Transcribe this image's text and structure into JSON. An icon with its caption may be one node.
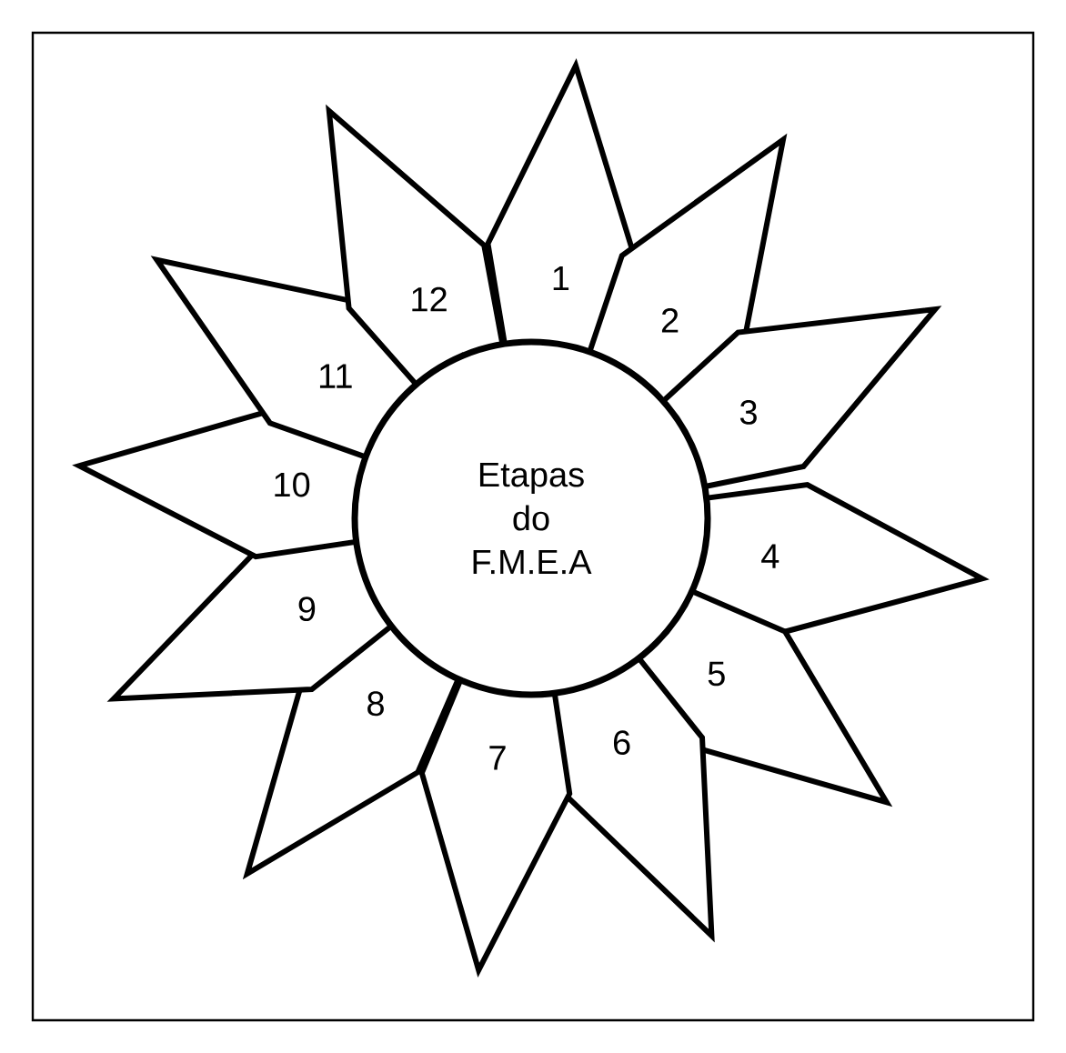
{
  "diagram": {
    "nodes": [
      {
        "text": [
          "Etapas do F.M.E.A"
        ]
      },
      {
        "text": [
          "1"
        ]
      },
      {
        "text": [
          "2"
        ]
      },
      {
        "text": [
          "3"
        ]
      },
      {
        "text": [
          "4"
        ]
      },
      {
        "text": [
          "5"
        ]
      },
      {
        "text": [
          "6"
        ]
      },
      {
        "text": [
          "7"
        ]
      },
      {
        "text": [
          "8"
        ]
      },
      {
        "text": [
          "9"
        ]
      },
      {
        "text": [
          "10"
        ]
      },
      {
        "text": [
          "11"
        ]
      },
      {
        "text": [
          "12"
        ]
      }
    ]
  }
}
